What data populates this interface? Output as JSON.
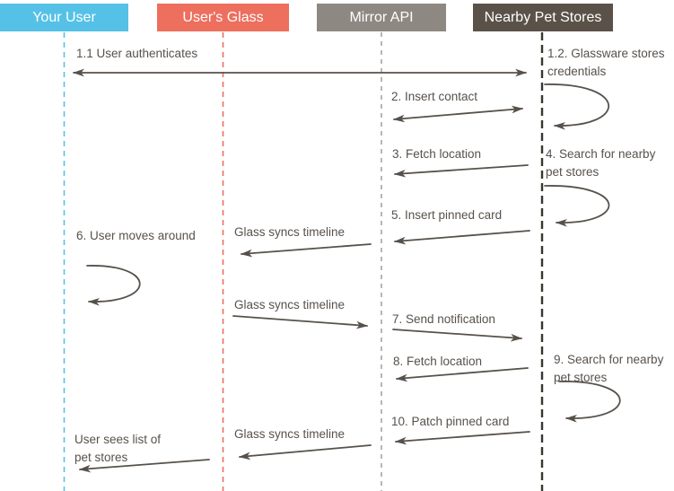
{
  "diagram": {
    "actors": [
      {
        "label": "Your User",
        "color": "#55c1e7"
      },
      {
        "label": "User's Glass",
        "color": "#ed6f5d"
      },
      {
        "label": "Mirror API",
        "color": "#8e8882"
      },
      {
        "label": "Nearby Pet Stores",
        "color": "#5a5249"
      }
    ],
    "messages": {
      "auth": "1.1 User authenticates",
      "store_creds": "1.2. Glassware stores credentials",
      "insert_contact": "2. Insert contact",
      "fetch_location_1": "3. Fetch location",
      "search_nearby_1": "4. Search for nearby pet stores",
      "insert_pinned": "5. Insert pinned card",
      "user_moves": "6. User moves around",
      "sync_1": "Glass syncs timeline",
      "sync_2": "Glass syncs timeline",
      "send_notification": "7. Send notification",
      "fetch_location_2": "8. Fetch location",
      "search_nearby_2": "9. Search for nearby pet stores",
      "patch_pinned": "10. Patch pinned card",
      "sync_3": "Glass syncs timeline",
      "user_sees": "User sees list of pet stores"
    },
    "colors": {
      "line": "#57514b",
      "lifeline_your_user": "#55c1e7",
      "lifeline_users_glass": "#ed6f5d",
      "lifeline_mirror_api": "#8a857f",
      "lifeline_nearby_pet_stores": "#3a352f"
    }
  }
}
